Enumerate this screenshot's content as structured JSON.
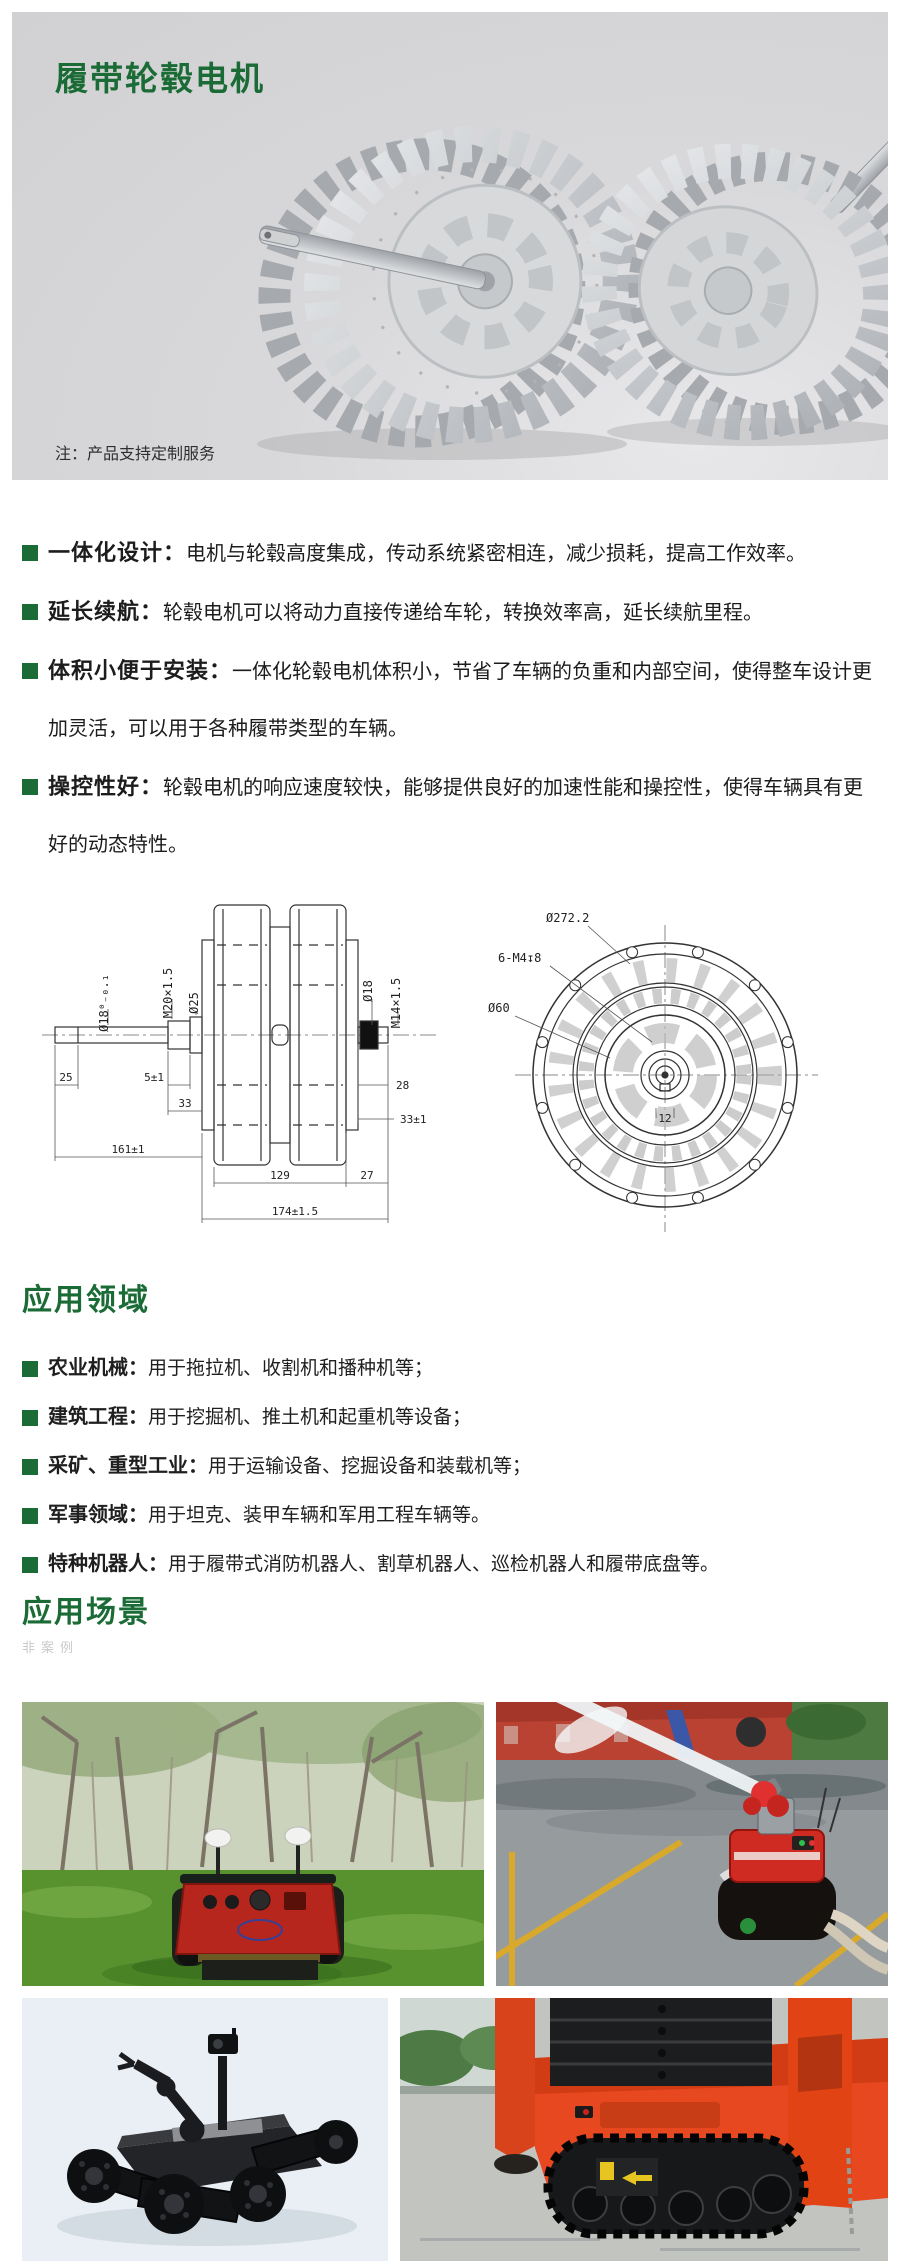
{
  "hero": {
    "title": "履带轮毂电机",
    "note": "注：产品支持定制服务",
    "image_alt": "两台银色履带轮毂电机产品渲染图"
  },
  "features": {
    "items": [
      {
        "label": "一体化设计：",
        "text": "电机与轮毂高度集成，传动系统紧密相连，减少损耗，提高工作效率。"
      },
      {
        "label": "延长续航：",
        "text": "轮毂电机可以将动力直接传递给车轮，转换效率高，延长续航里程。"
      },
      {
        "label": "体积小便于安装：",
        "text": "一体化轮毂电机体积小，节省了车辆的负重和内部空间，使得整车设计更加灵活，可以用于各种履带类型的车辆。"
      },
      {
        "label": "操控性好：",
        "text": "轮毂电机的响应速度较快，能够提供良好的加速性能和操控性，使得车辆具有更好的动态特性。"
      }
    ]
  },
  "drawings": {
    "side": {
      "dims": {
        "shaft_dia": "Ø18⁰₋₀.₁",
        "thread_left": "M20×1.5",
        "flange_dia": "Ø25",
        "stub_dia": "Ø18",
        "thread_right": "M14×1.5",
        "seg_25": "25",
        "seg_5": "5±1",
        "seg_33_left": "33",
        "seg_28": "28",
        "seg_33_right": "33±1",
        "seg_161": "161±1",
        "seg_129": "129",
        "seg_27": "27",
        "seg_174": "174±1.5"
      }
    },
    "front": {
      "labels": {
        "outer_dia": "Ø272.2",
        "tap_holes": "6-M4↧8",
        "hub_dia": "Ø60",
        "key_width": "12"
      }
    }
  },
  "applications": {
    "heading": "应用领域",
    "items": [
      {
        "label": "农业机械：",
        "text": "用于拖拉机、收割机和播种机等；"
      },
      {
        "label": "建筑工程：",
        "text": "用于挖掘机、推土机和起重机等设备；"
      },
      {
        "label": "采矿、重型工业：",
        "text": "用于运输设备、挖掘设备和装载机等；"
      },
      {
        "label": "军事领域：",
        "text": "用于坦克、装甲车辆和军用工程车辆等。"
      },
      {
        "label": "特种机器人：",
        "text": "用于履带式消防机器人、割草机器人、巡检机器人和履带底盘等。"
      }
    ]
  },
  "scenes": {
    "heading": "应用场景",
    "watermark": "非案例",
    "photos": [
      {
        "name": "orchard-agriculture-robot",
        "alt": "红色履带式农业机器人在果园草地上"
      },
      {
        "name": "firefighting-robot",
        "alt": "红色消防机器人在湿地面喷水"
      },
      {
        "name": "eod-tracked-robot",
        "alt": "黑色履带式特种机器人"
      },
      {
        "name": "orange-tracked-chassis",
        "alt": "橙色履带底盘工程车辆"
      }
    ]
  },
  "colors": {
    "accent_green": "#1A6B35",
    "panel_gray": "#D3D3D5"
  }
}
